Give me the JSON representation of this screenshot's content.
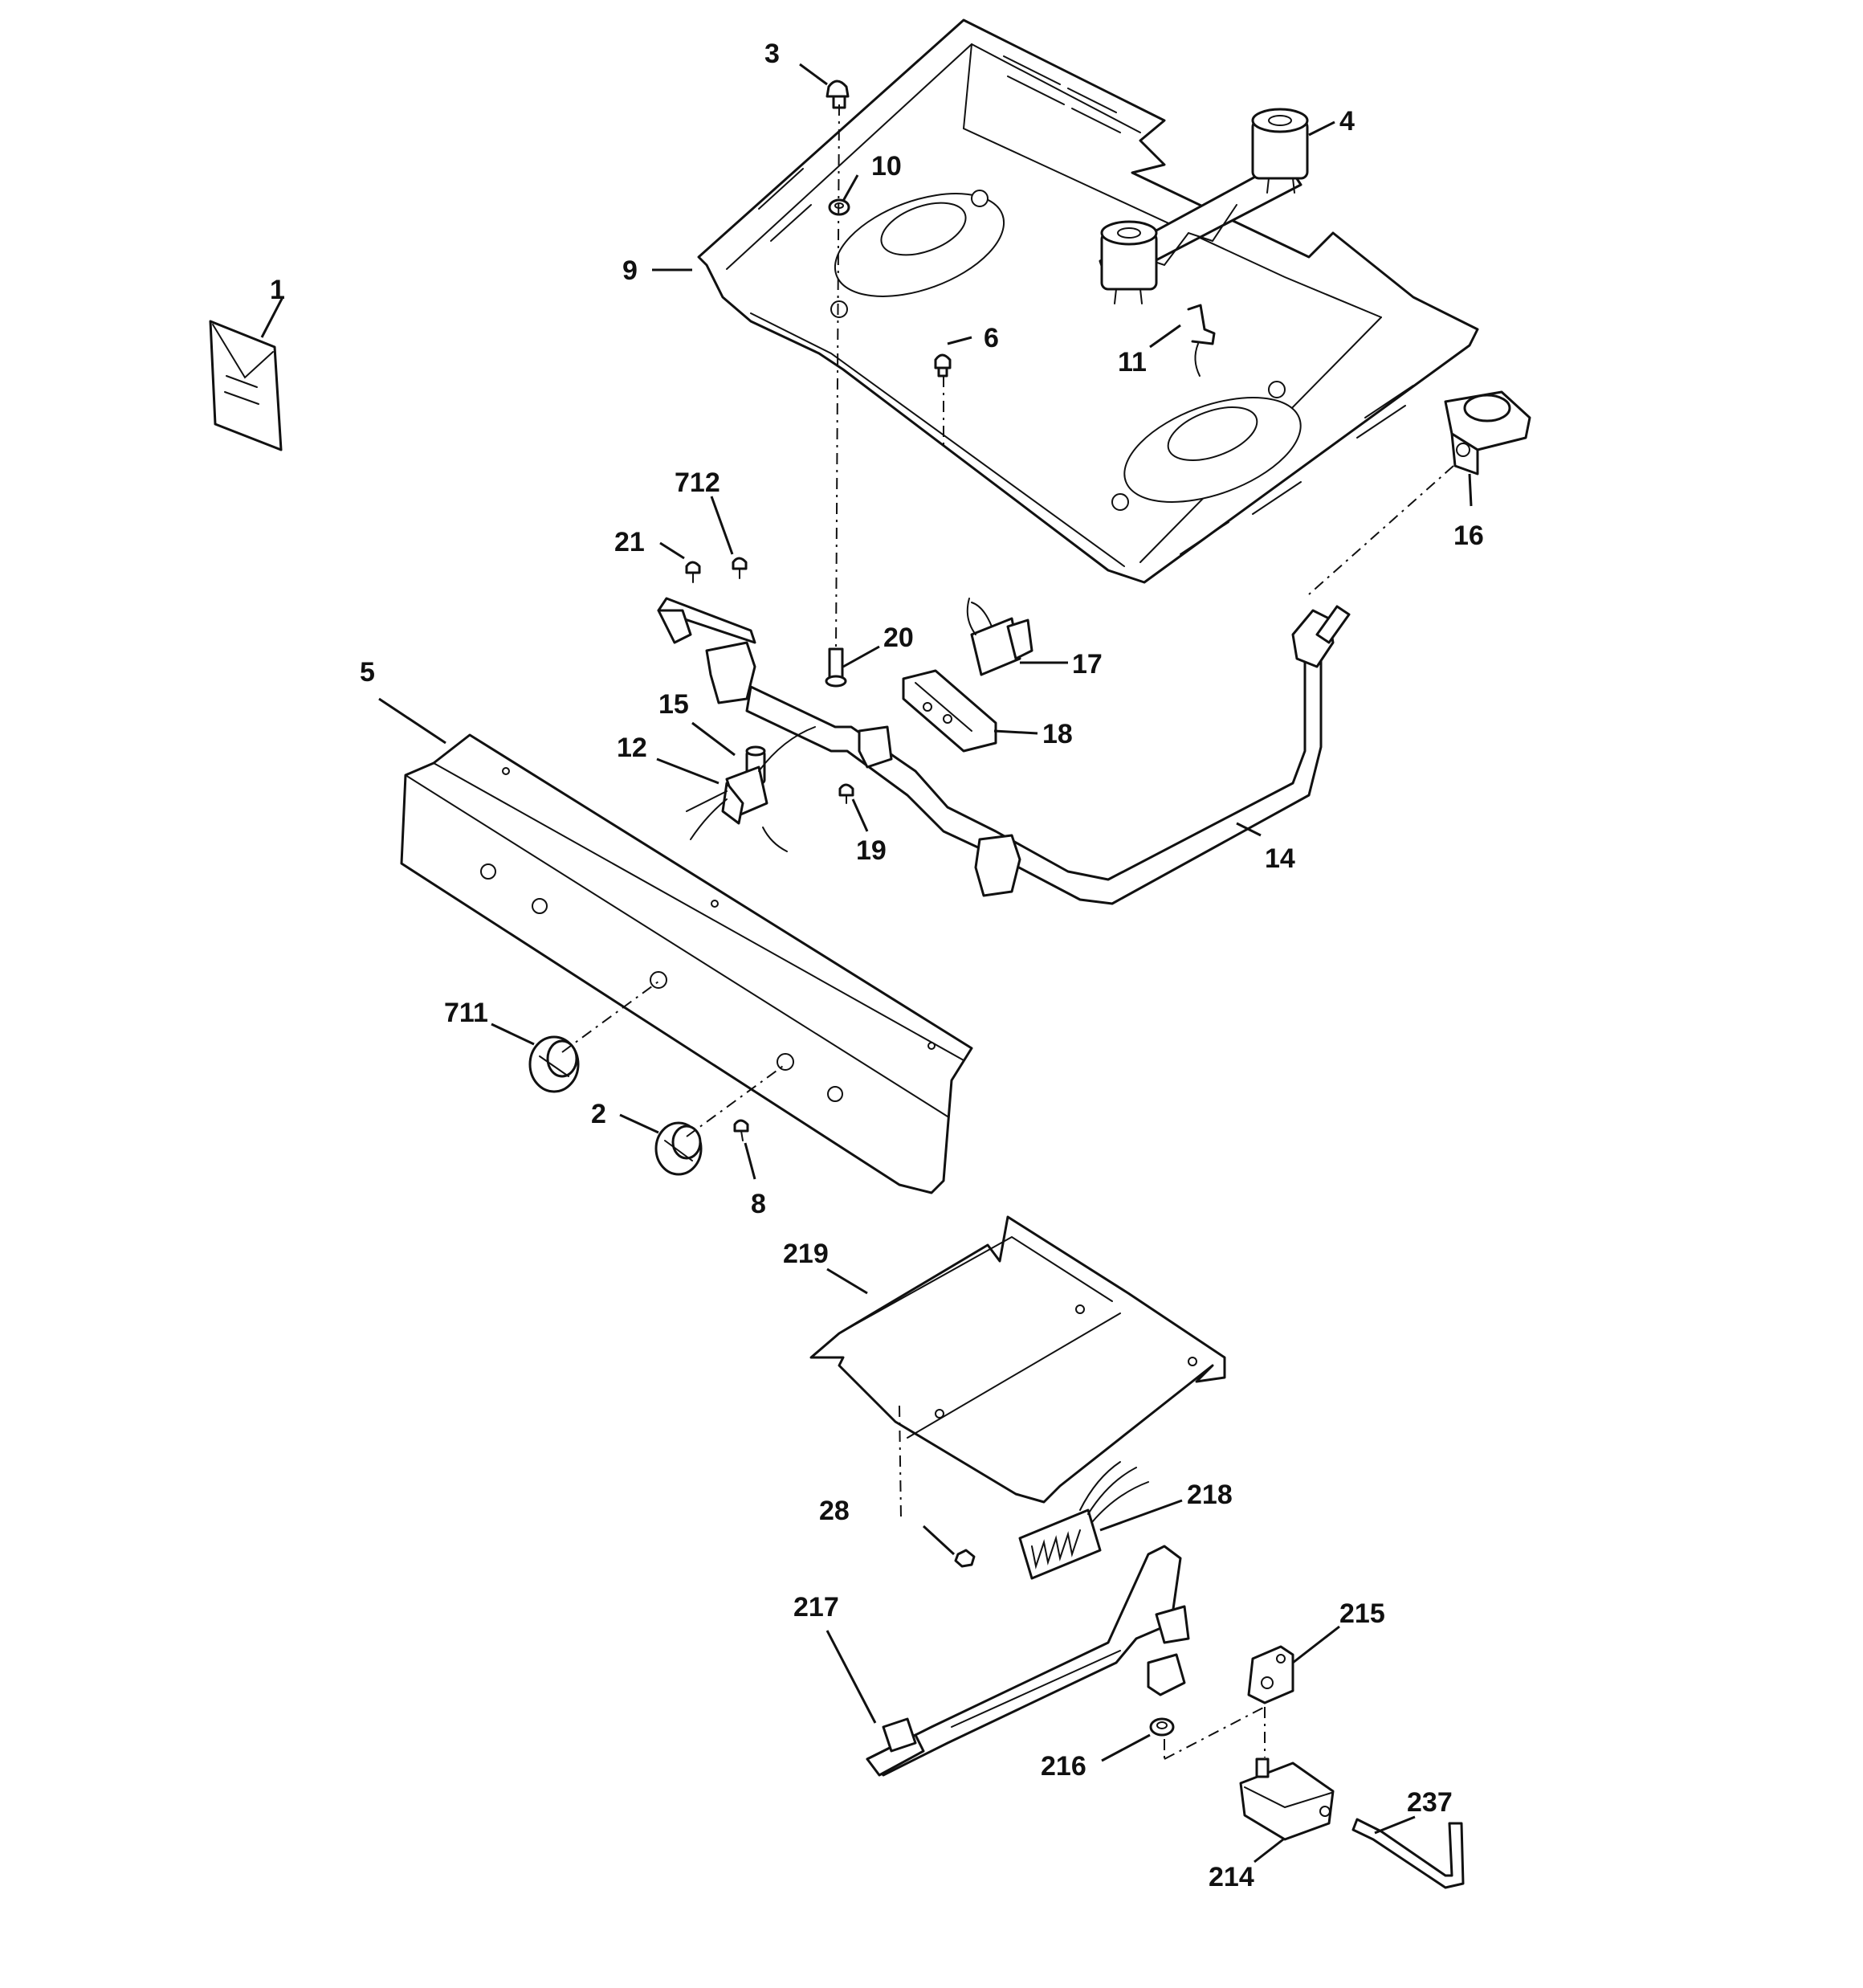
{
  "labels": {
    "p1": "1",
    "p2": "2",
    "p3": "3",
    "p4": "4",
    "p5": "5",
    "p6": "6",
    "p8": "8",
    "p9": "9",
    "p10": "10",
    "p11": "11",
    "p12": "12",
    "p14": "14",
    "p15": "15",
    "p16": "16",
    "p17": "17",
    "p18": "18",
    "p19": "19",
    "p20": "20",
    "p21": "21",
    "p28": "28",
    "p214": "214",
    "p215": "215",
    "p216": "216",
    "p217": "217",
    "p218": "218",
    "p219": "219",
    "p237": "237",
    "p711": "711",
    "p712": "712"
  }
}
